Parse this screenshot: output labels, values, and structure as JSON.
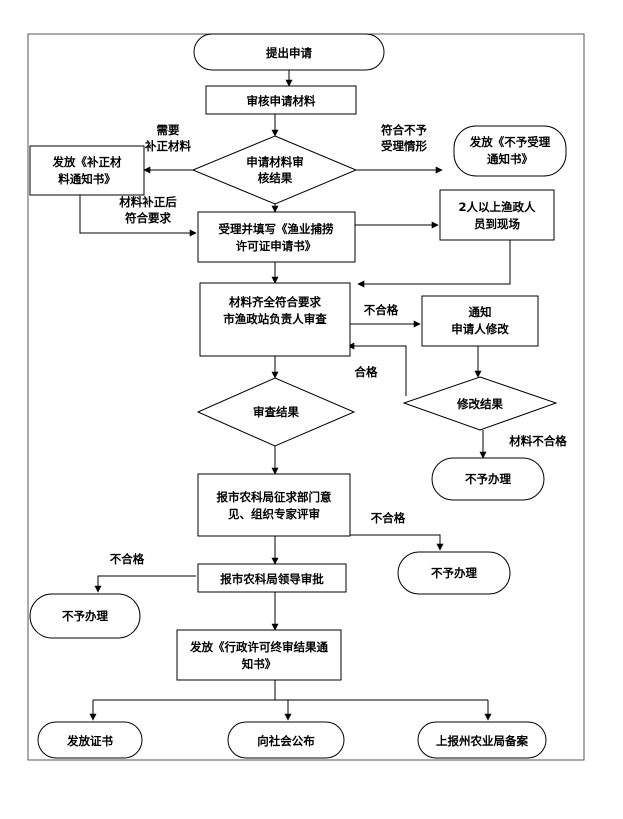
{
  "flow": {
    "start": "提出申请",
    "review_materials": "审核申请材料",
    "material_result": [
      "申请材料审",
      "核结果"
    ],
    "label_need_supplement": [
      "需要",
      "补正材料"
    ],
    "label_not_accept": [
      "符合不予",
      "受理情形"
    ],
    "issue_supplement_notice": [
      "发放《补正材",
      "料通知书》"
    ],
    "issue_not_accept_notice": [
      "发放《不予受理",
      "通知书》"
    ],
    "label_supplement_ok": [
      "材料补正后",
      "符合要求"
    ],
    "accept_fill_form": [
      "受理并填写《渔业捕捞",
      "许可证申请书》"
    ],
    "two_officers_site": [
      "2人以上渔政人",
      "员到现场"
    ],
    "station_head_review": [
      "材料齐全符合要求",
      "市渔政站负责人审查"
    ],
    "label_unqualified_1": "不合格",
    "notify_revise": [
      "通知",
      "申请人修改"
    ],
    "label_qualified": "合格",
    "revise_result": "修改结果",
    "review_result": "审查结果",
    "label_material_unqualified": "材料不合格",
    "reject_1": "不予办理",
    "bureau_opinion": [
      "报市农科局征求部门意",
      "见、组织专家评审"
    ],
    "label_unqualified_2": "不合格",
    "reject_2": "不予办理",
    "leader_approval": "报市农科局领导审批",
    "label_unqualified_3": "不合格",
    "reject_3": "不予办理",
    "issue_final_notice": [
      "发放《行政许可终审结果通",
      "知书》"
    ],
    "issue_certificate": "发放证书",
    "public_announce": "向社会公布",
    "report_province": "上报州农业局备案"
  }
}
